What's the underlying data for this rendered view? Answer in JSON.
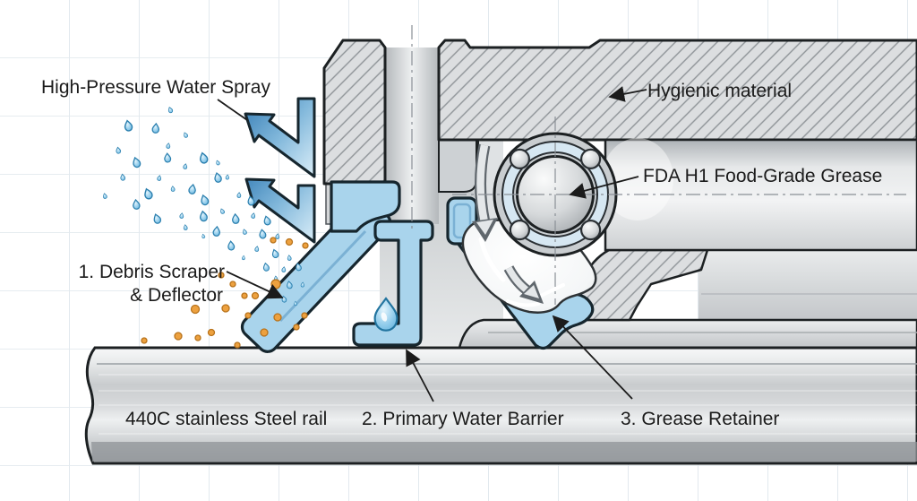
{
  "labels": {
    "water_spray": "High-Pressure Water Spray",
    "hygienic_material": "Hygienic material",
    "food_grade_grease": "FDA H1 Food-Grade Grease",
    "scraper_line1": "1. Debris Scraper",
    "scraper_line2": "& Deflector",
    "rail": "440C stainless Steel rail",
    "water_barrier": "2. Primary Water Barrier",
    "grease_retainer": "3. Grease Retainer"
  },
  "colors": {
    "seal_blue": "#a9d4ec",
    "seal_outline": "#16262e",
    "water_drop_blue": "#7ec4e6",
    "debris_orange": "#eda13f",
    "debris_outline": "#b8731c",
    "housing_gray": "#dcdee0",
    "hatch_line": "#8e9397",
    "outline_dark": "#1c2022",
    "text": "#1b1b1b"
  },
  "droplets": [
    [
      190,
      122,
      0.55,
      -20
    ],
    [
      143,
      139,
      1,
      -12
    ],
    [
      174,
      142,
      0.9,
      5
    ],
    [
      207,
      150,
      0.5,
      -25
    ],
    [
      132,
      167,
      0.6,
      -10
    ],
    [
      188,
      162,
      0.5,
      8
    ],
    [
      152,
      180,
      0.95,
      -18
    ],
    [
      187,
      175,
      0.85,
      -5
    ],
    [
      227,
      175,
      1,
      -15
    ],
    [
      207,
      185,
      0.5,
      10
    ],
    [
      243,
      181,
      0.45,
      -22
    ],
    [
      137,
      197,
      0.6,
      -8
    ],
    [
      178,
      198,
      0.5,
      12
    ],
    [
      243,
      197,
      0.9,
      -14
    ],
    [
      254,
      197,
      0.45,
      6
    ],
    [
      165,
      215,
      1,
      -20
    ],
    [
      193,
      210,
      0.5,
      -6
    ],
    [
      215,
      210,
      0.9,
      10
    ],
    [
      117,
      218,
      0.5,
      -15
    ],
    [
      152,
      227,
      0.9,
      -8
    ],
    [
      228,
      222,
      0.95,
      -18
    ],
    [
      267,
      217,
      0.5,
      5
    ],
    [
      280,
      223,
      0.85,
      -12
    ],
    [
      175,
      243,
      0.9,
      -20
    ],
    [
      203,
      240,
      0.5,
      8
    ],
    [
      227,
      240,
      0.95,
      -10
    ],
    [
      248,
      235,
      0.5,
      -24
    ],
    [
      263,
      243,
      0.9,
      -6
    ],
    [
      283,
      240,
      0.5,
      12
    ],
    [
      298,
      245,
      0.85,
      -16
    ],
    [
      207,
      253,
      0.5,
      -8
    ],
    [
      242,
      257,
      0.9,
      6
    ],
    [
      273,
      258,
      0.5,
      -18
    ],
    [
      293,
      260,
      0.85,
      -10
    ],
    [
      310,
      263,
      0.5,
      8
    ],
    [
      227,
      263,
      0.4,
      -14
    ],
    [
      258,
      273,
      0.85,
      -6
    ],
    [
      287,
      277,
      0.5,
      10
    ],
    [
      307,
      282,
      0.8,
      -18
    ],
    [
      323,
      287,
      0.5,
      -8
    ],
    [
      272,
      287,
      0.4,
      6
    ],
    [
      297,
      297,
      0.75,
      -12
    ],
    [
      317,
      300,
      0.5,
      8
    ],
    [
      333,
      297,
      0.7,
      -16
    ],
    [
      308,
      310,
      0.45,
      -6
    ],
    [
      323,
      317,
      0.7,
      -12
    ],
    [
      338,
      317,
      0.45,
      6
    ],
    [
      317,
      333,
      0.6,
      -15
    ],
    [
      330,
      338,
      0.4,
      -5
    ]
  ],
  "debris": [
    [
      323,
      270,
      3.5
    ],
    [
      341,
      274,
      3
    ],
    [
      308,
      317,
      5
    ],
    [
      273,
      330,
      3
    ],
    [
      252,
      344,
      4
    ],
    [
      260,
      317,
      3
    ],
    [
      247,
      307,
      3
    ],
    [
      305,
      268,
      3
    ],
    [
      285,
      330,
      3.5
    ],
    [
      277,
      352,
      3
    ],
    [
      310,
      354,
      4
    ],
    [
      331,
      365,
      3
    ],
    [
      161,
      380,
      3
    ],
    [
      199,
      375,
      4
    ],
    [
      218,
      345,
      4.5
    ],
    [
      221,
      377,
      3
    ],
    [
      236,
      371,
      3.5
    ],
    [
      295,
      371,
      4
    ],
    [
      265,
      385,
      3
    ],
    [
      340,
      352,
      3
    ]
  ]
}
